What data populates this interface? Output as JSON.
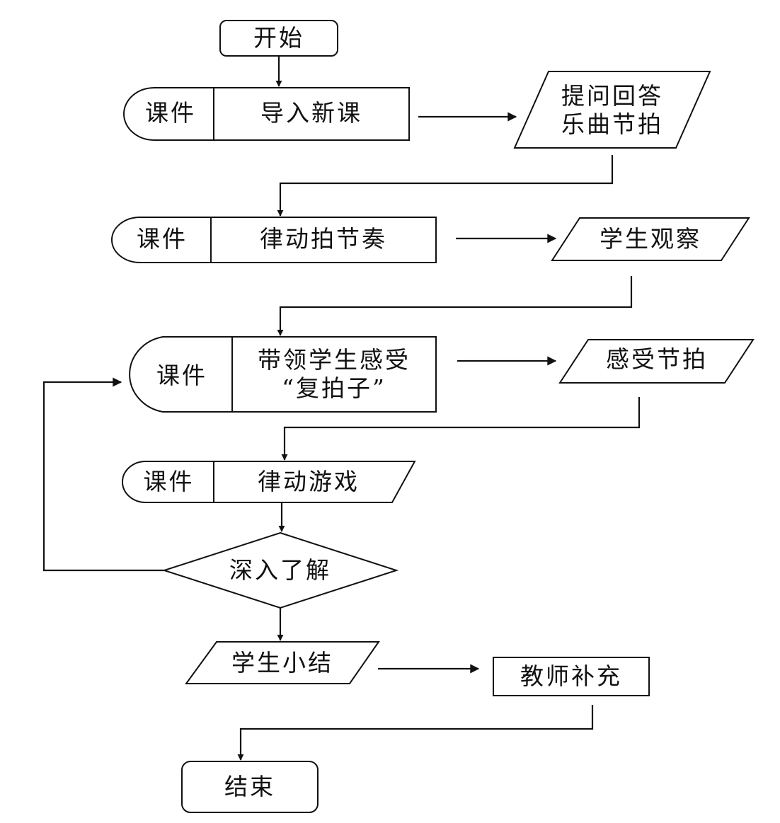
{
  "flow": {
    "start": "开始",
    "end": "结束",
    "step1": {
      "resource": "课件",
      "label": "导入新课",
      "output_line1": "提问回答",
      "output_line2": "乐曲节拍"
    },
    "step2": {
      "resource": "课件",
      "label": "律动拍节奏",
      "output": "学生观察"
    },
    "step3": {
      "resource": "课件",
      "label_line1": "带领学生感受",
      "label_line2": "“复拍子”",
      "output": "感受节拍"
    },
    "step4": {
      "resource": "课件",
      "label": "律动游戏"
    },
    "decision": "深入了解",
    "summary": {
      "label": "学生小结",
      "output": "教师补充"
    }
  },
  "colors": {
    "stroke": "#111111",
    "background": "#ffffff"
  }
}
